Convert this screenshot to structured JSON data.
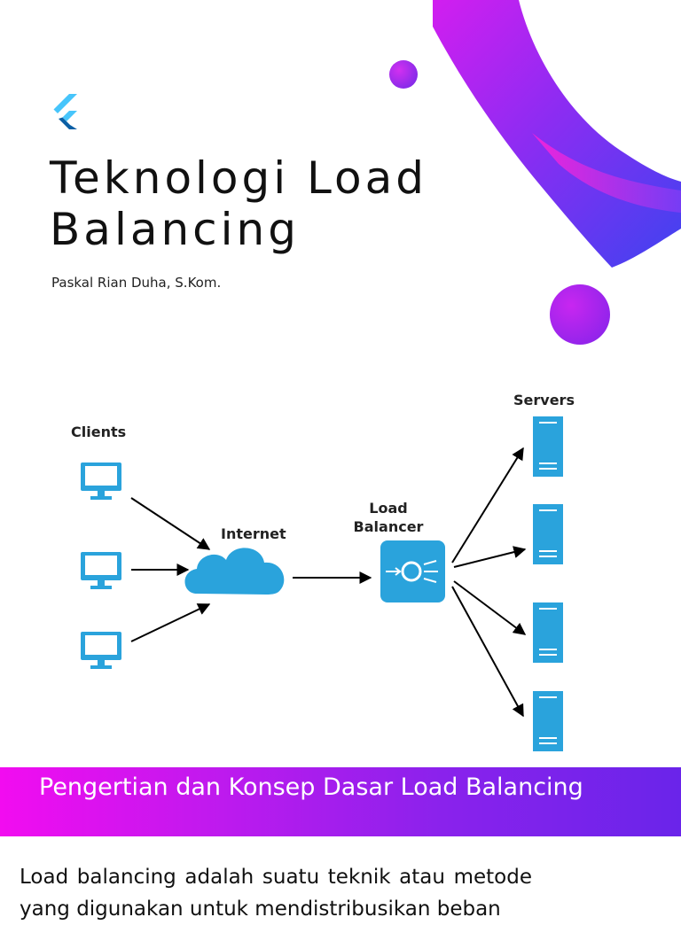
{
  "title_line1": "Teknologi Load",
  "title_line2": "Balancing",
  "author": "Paskal Rian Duha, S.Kom.",
  "diagram": {
    "clients_label": "Clients",
    "internet_label": "Internet",
    "load_balancer_line1": "Load",
    "load_balancer_line2": "Balancer",
    "servers_label": "Servers"
  },
  "section": {
    "heading": "Pengertian dan Konsep Dasar Load Balancing"
  },
  "body": {
    "paragraph": "Load balancing adalah suatu teknik atau metode yang digunakan untuk mendistribusikan beban"
  },
  "colors": {
    "magenta": "#f20cf0",
    "purple": "#6a24ea",
    "diagram_blue": "#2aa3dc",
    "flutter_light": "#47c5fb",
    "flutter_dark": "#0b5fa5"
  },
  "icons": [
    "flutter-logo-icon",
    "monitor-icon",
    "cloud-icon",
    "load-balancer-icon",
    "server-icon"
  ]
}
